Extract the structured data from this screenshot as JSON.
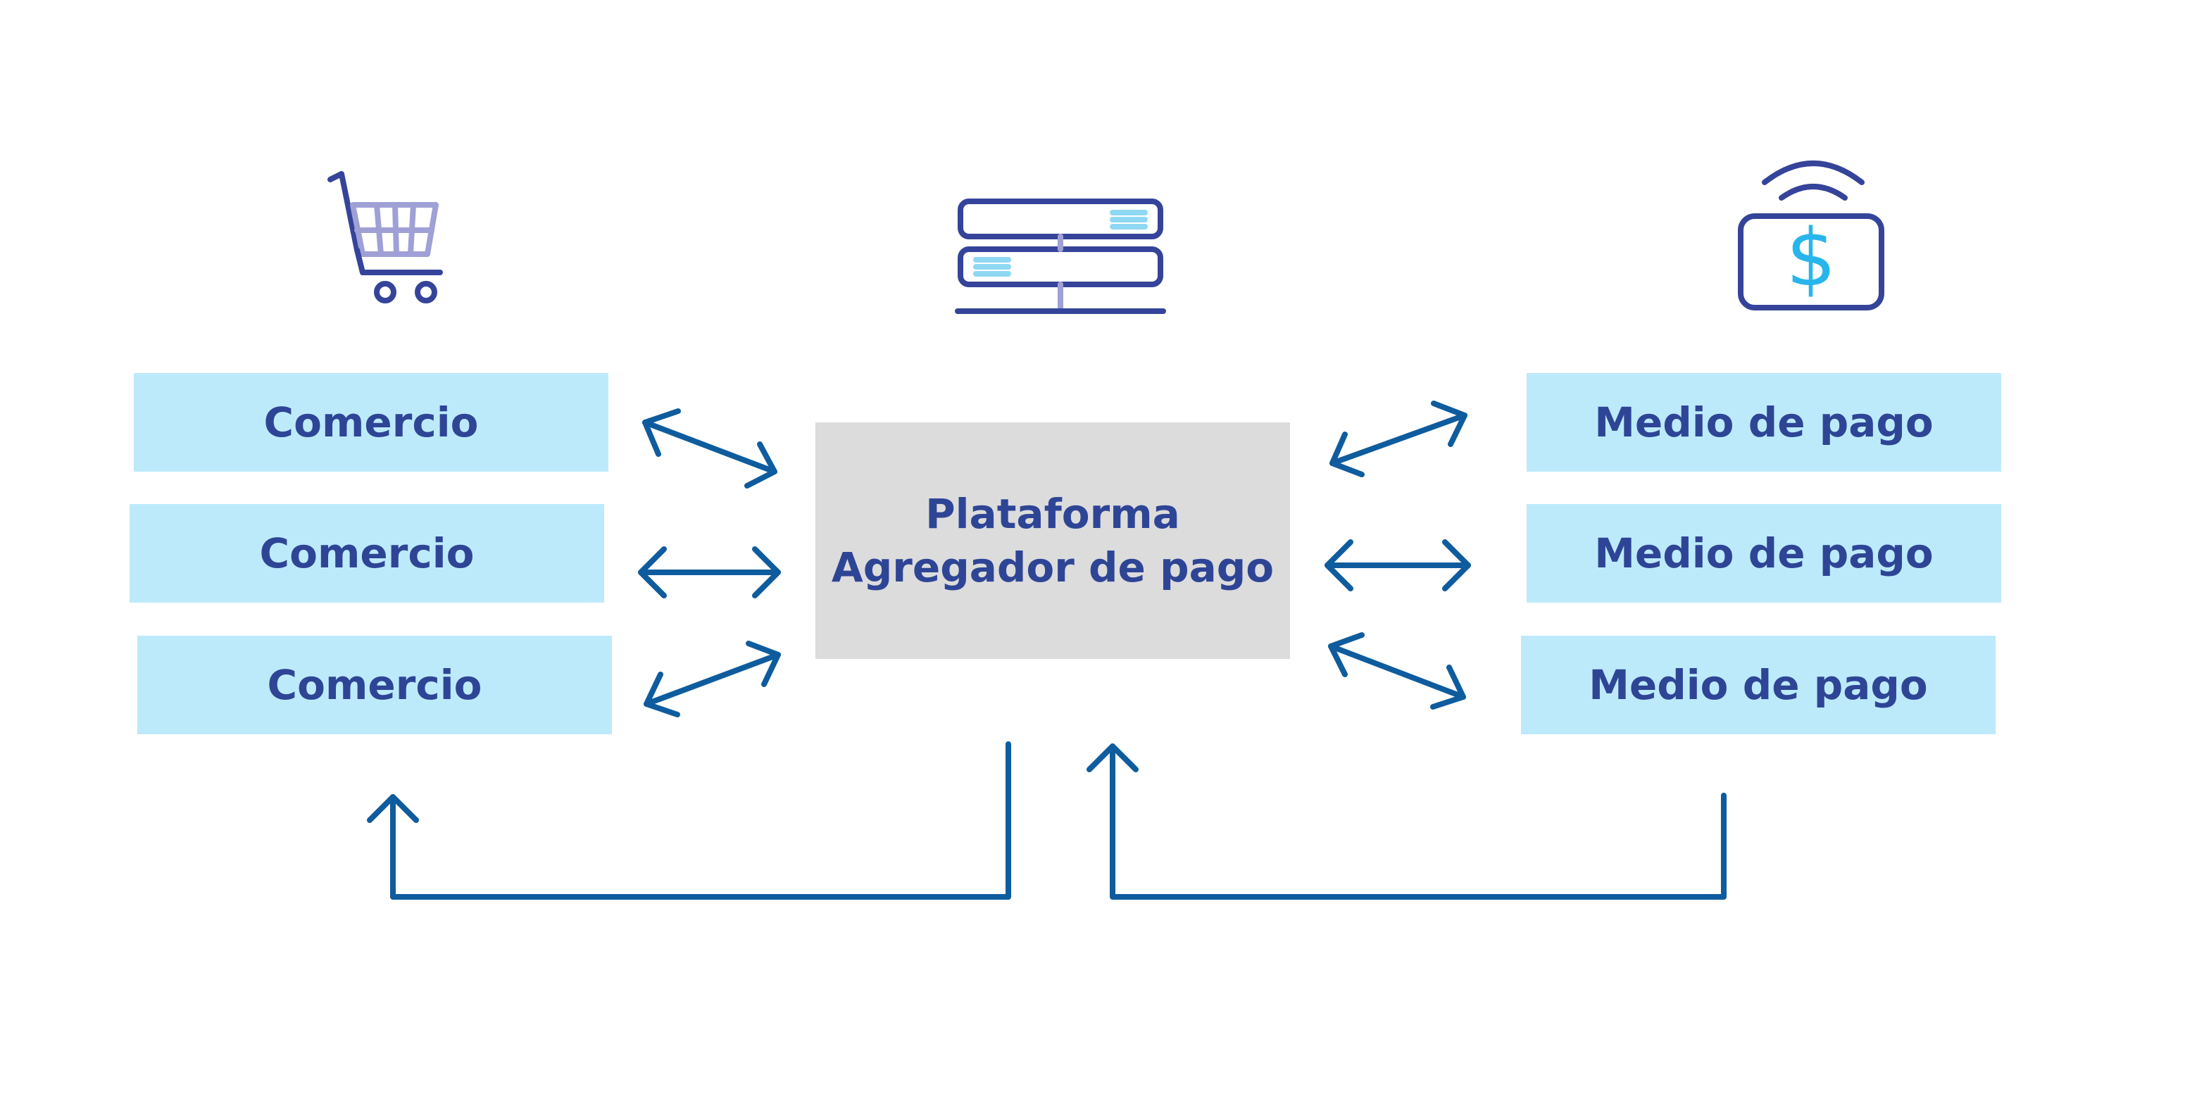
{
  "colors": {
    "node_fill": "#bdeafb",
    "center_fill": "#dcdcdc",
    "text": "#2e4596",
    "arrow": "#0e5c9e",
    "icon_dark": "#35449a",
    "icon_light": "#9fa0d6",
    "icon_accent": "#28b5ec",
    "server_stripe": "#8fd8f3"
  },
  "icons": {
    "left": "shopping-cart-icon",
    "center": "server-icon",
    "right": "payment-terminal-icon"
  },
  "left_nodes": [
    {
      "label": "Comercio"
    },
    {
      "label": "Comercio"
    },
    {
      "label": "Comercio"
    }
  ],
  "center_node": {
    "line1": "Plataforma",
    "line2": "Agregador de pago"
  },
  "right_nodes": [
    {
      "label": "Medio de pago"
    },
    {
      "label": "Medio de pago"
    },
    {
      "label": "Medio de pago"
    }
  ],
  "icon_glyph": {
    "dollar": "$"
  }
}
